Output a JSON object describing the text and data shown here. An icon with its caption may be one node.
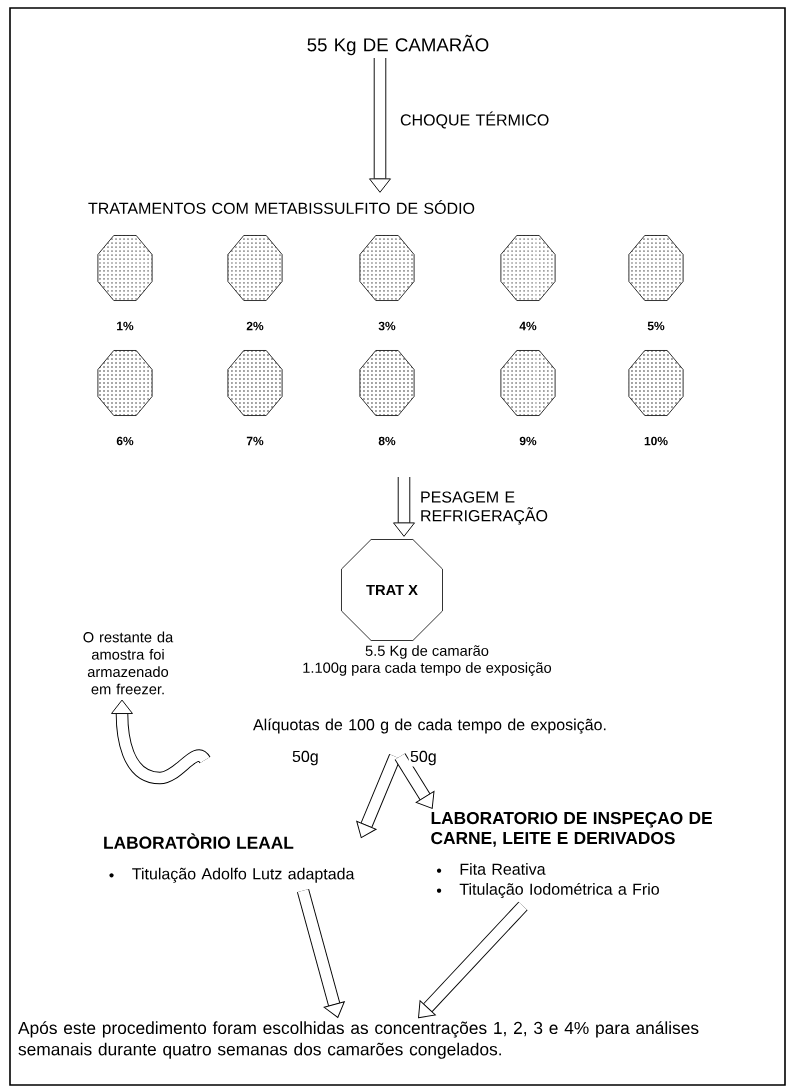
{
  "diagram": {
    "nodes": [
      {
        "text": [
          "55 Kg DE CAMARÃO"
        ]
      },
      {
        "text": [
          "TRATAMENTOS COM METABISSULFITO DE SÓDIO"
        ]
      },
      {
        "text": [],
        "shape": "octagon",
        "beside": [
          "1%"
        ]
      },
      {
        "text": [],
        "shape": "octagon",
        "beside": [
          "2%"
        ]
      },
      {
        "text": [],
        "shape": "octagon",
        "beside": [
          "3%"
        ]
      },
      {
        "text": [],
        "shape": "octagon",
        "beside": [
          "4%"
        ]
      },
      {
        "text": [],
        "shape": "octagon",
        "beside": [
          "5%"
        ]
      },
      {
        "text": [],
        "shape": "octagon",
        "beside": [
          "6%"
        ]
      },
      {
        "text": [],
        "shape": "octagon",
        "beside": [
          "7%"
        ]
      },
      {
        "text": [],
        "shape": "octagon",
        "beside": [
          "8%"
        ]
      },
      {
        "text": [],
        "shape": "octagon",
        "beside": [
          "9%"
        ]
      },
      {
        "text": [],
        "shape": "octagon",
        "beside": [
          "10%"
        ]
      },
      {
        "text": [
          "TRAT X"
        ],
        "beside": [
          "5.5 Kg de camarão",
          "1.100g para cada tempo de exposição"
        ]
      },
      {
        "text": [
          "O restante da amostra foi armazenado em freezer."
        ]
      },
      {
        "text": [
          "Alíquotas de 100 g de cada tempo de exposição."
        ]
      },
      {
        "text": [
          "LABORATÒRIO LEAAL",
          "Titulação Adolfo Lutz adaptada"
        ]
      },
      {
        "text": [
          "LABORATORIO DE INSPEÇAO DE CARNE, LEITE E DERIVADOS",
          "Fita Reativa",
          "Titulação Iodométrica a Frio"
        ]
      },
      {
        "text": [
          "Após este procedimento foram escolhidas as concentrações 1, 2, 3 e 4% para análises semanais durante quatro semanas dos camarões congelados."
        ]
      }
    ],
    "edges": [
      {
        "from": 0,
        "to": 1,
        "arrow": "to",
        "label": "CHOQUE TÉRMICO"
      },
      {
        "from": null,
        "to": 12,
        "arrow": "to",
        "label": "PESAGEM E REFRIGERAÇÃO"
      },
      {
        "from": null,
        "to": 13,
        "arrow": "to"
      },
      {
        "from": 14,
        "to": 15,
        "arrow": "to",
        "label": "50g"
      },
      {
        "from": 14,
        "to": 16,
        "arrow": "to",
        "label": "50g"
      },
      {
        "from": 15,
        "to": 17,
        "arrow": "to"
      },
      {
        "from": 16,
        "to": 17,
        "arrow": "to"
      }
    ]
  }
}
